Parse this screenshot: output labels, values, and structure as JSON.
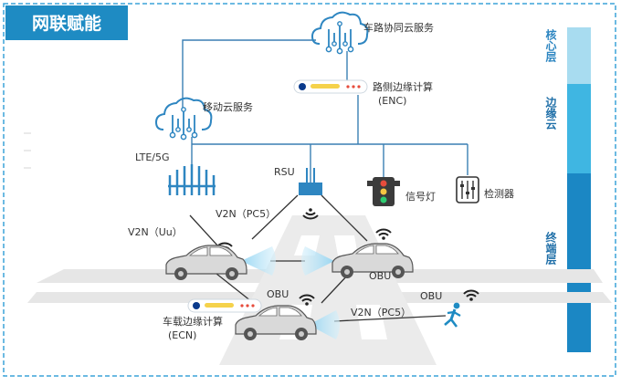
{
  "title": "网联赋能",
  "layers": {
    "core": "核心层",
    "edge_cloud": "边缘云",
    "terminal": "终端层"
  },
  "labels": {
    "v2x_cloud": "车路协同云服务",
    "roadside_edge": "路侧边缘计算",
    "roadside_edge_abbr": "(ENC)",
    "mobile_cloud": "移动云服务",
    "lte5g": "LTE/5G",
    "rsu": "RSU",
    "traffic_light": "信号灯",
    "detector": "检测器",
    "v2n_pc5_top": "V2N（PC5）",
    "v2n_uu": "V2N（Uu）",
    "obu_right": "OBU",
    "obu_middle": "OBU",
    "obu_pedestrian": "OBU",
    "v2n_pc5_bottom": "V2N（PC5）",
    "vehicle_edge": "车载边缘计算",
    "vehicle_edge_abbr": "(ECN)"
  },
  "colors": {
    "accent": "#1E8BC3",
    "layer_core": "#A8DCF0",
    "layer_edge": "#3FB6E2",
    "layer_terminal": "#1B87C4",
    "line": "#3A7FB3",
    "road": "#E6E6E6"
  }
}
